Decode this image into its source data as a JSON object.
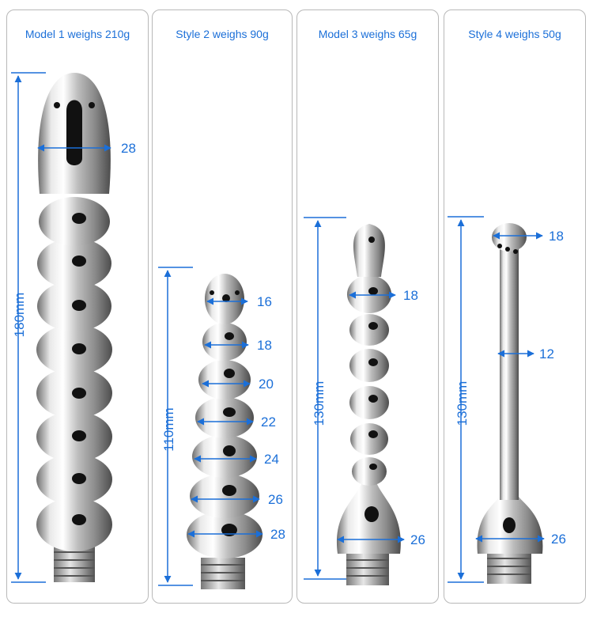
{
  "accent_color": "#1b6fd8",
  "metal_color": "#c8c8c8",
  "models": [
    {
      "title": "Model 1 weighs 210g",
      "length_label": "180mm",
      "diameters": [
        "28"
      ]
    },
    {
      "title": "Style 2 weighs 90g",
      "length_label": "110mm",
      "diameters": [
        "16",
        "18",
        "20",
        "22",
        "24",
        "26",
        "28"
      ]
    },
    {
      "title": "Model 3 weighs 65g",
      "length_label": "130mm",
      "diameters": [
        "18",
        "26"
      ]
    },
    {
      "title": "Style 4 weighs 50g",
      "length_label": "130mm",
      "diameters": [
        "18",
        "12",
        "26"
      ]
    }
  ]
}
